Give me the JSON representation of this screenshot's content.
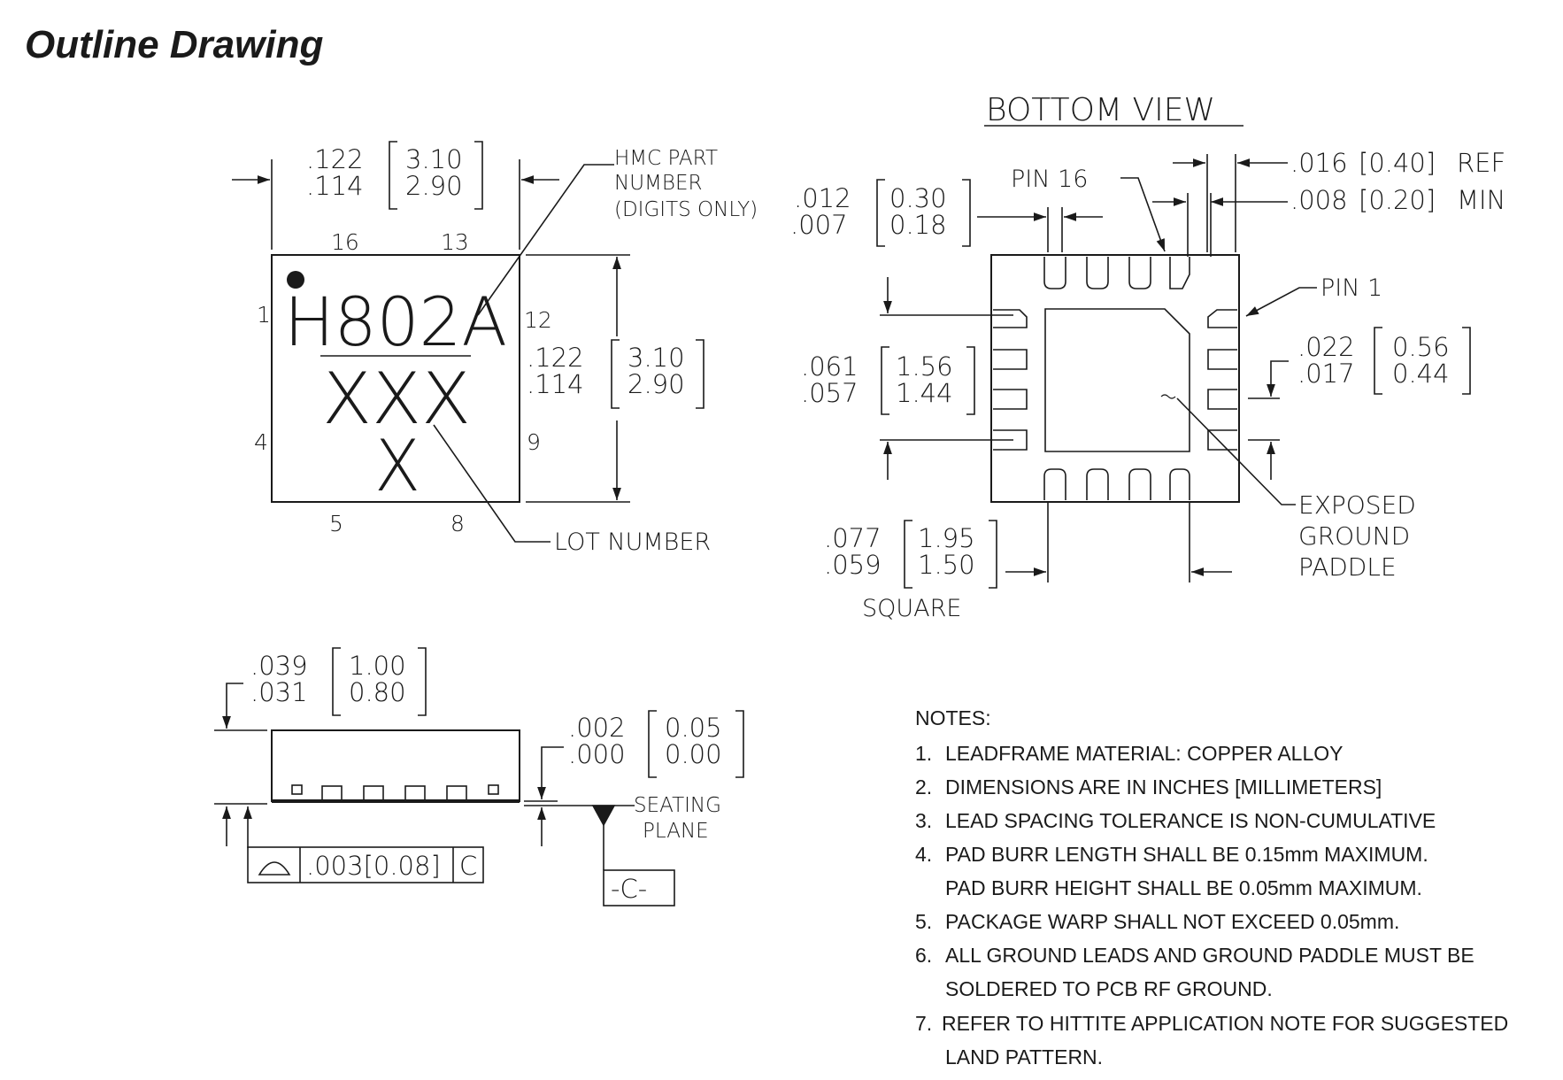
{
  "title": "Outline Drawing",
  "top_view": {
    "width_dim": {
      "inch_max": ".122",
      "inch_min": ".114",
      "mm_max": "3.10",
      "mm_min": "2.90"
    },
    "height_dim": {
      "inch_max": ".122",
      "inch_min": ".114",
      "mm_max": "3.10",
      "mm_min": "2.90"
    },
    "pin_labels": {
      "p16": "16",
      "p13": "13",
      "p1": "1",
      "p12": "12",
      "p4": "4",
      "p9": "9",
      "p5": "5",
      "p8": "8"
    },
    "marking_line1": "H802A",
    "marking_line2": "XXX",
    "marking_line3": "X",
    "part_number_callout": [
      "HMC PART",
      "NUMBER",
      "(DIGITS ONLY)"
    ],
    "lot_number_callout": "LOT NUMBER"
  },
  "bottom_view": {
    "title": "BOTTOM VIEW",
    "pin16_label": "PIN 16",
    "pin1_label": "PIN 1",
    "lead_width": {
      "inch_max": ".012",
      "inch_min": ".007",
      "mm_max": "0.30",
      "mm_min": "0.18"
    },
    "lead_ref": {
      "inch": ".016",
      "mm": "[0.40]",
      "suffix": "REF"
    },
    "lead_min": {
      "inch": ".008",
      "mm": "[0.20]",
      "suffix": "MIN"
    },
    "paddle_height": {
      "inch_max": ".061",
      "inch_min": ".057",
      "mm_max": "1.56",
      "mm_min": "1.44"
    },
    "lead_length": {
      "inch_max": ".022",
      "inch_min": ".017",
      "mm_max": "0.56",
      "mm_min": "0.44"
    },
    "paddle_square": {
      "inch_max": ".077",
      "inch_min": ".059",
      "mm_max": "1.95",
      "mm_min": "1.50",
      "suffix": "SQUARE"
    },
    "paddle_callout": [
      "EXPOSED",
      "GROUND",
      "PADDLE"
    ]
  },
  "side_view": {
    "height_dim": {
      "inch_max": ".039",
      "inch_min": ".031",
      "mm_max": "1.00",
      "mm_min": "0.80"
    },
    "standoff_dim": {
      "inch_max": ".002",
      "inch_min": ".000",
      "mm_max": "0.05",
      "mm_min": "0.00"
    },
    "seating_plane": [
      "SEATING",
      "PLANE"
    ],
    "tolerance_value": ".003[0.08]",
    "tolerance_datum": "C",
    "datum_label": "-C-"
  },
  "notes": {
    "header": "NOTES:",
    "items": [
      {
        "num": "1.",
        "lines": [
          "LEADFRAME MATERIAL: COPPER ALLOY"
        ]
      },
      {
        "num": "2.",
        "lines": [
          "DIMENSIONS ARE IN INCHES [MILLIMETERS]"
        ]
      },
      {
        "num": "3.",
        "lines": [
          "LEAD SPACING TOLERANCE IS NON-CUMULATIVE"
        ]
      },
      {
        "num": "4.",
        "lines": [
          "PAD BURR LENGTH SHALL BE 0.15mm MAXIMUM.",
          "PAD BURR HEIGHT SHALL BE 0.05mm MAXIMUM."
        ]
      },
      {
        "num": "5.",
        "lines": [
          "PACKAGE WARP SHALL NOT EXCEED 0.05mm."
        ]
      },
      {
        "num": "6.",
        "lines": [
          "ALL GROUND LEADS AND GROUND PADDLE MUST BE",
          "SOLDERED TO PCB RF GROUND."
        ]
      },
      {
        "num": "7.",
        "lines": [
          "REFER TO HITTITE APPLICATION NOTE FOR SUGGESTED",
          "LAND PATTERN."
        ]
      }
    ]
  }
}
